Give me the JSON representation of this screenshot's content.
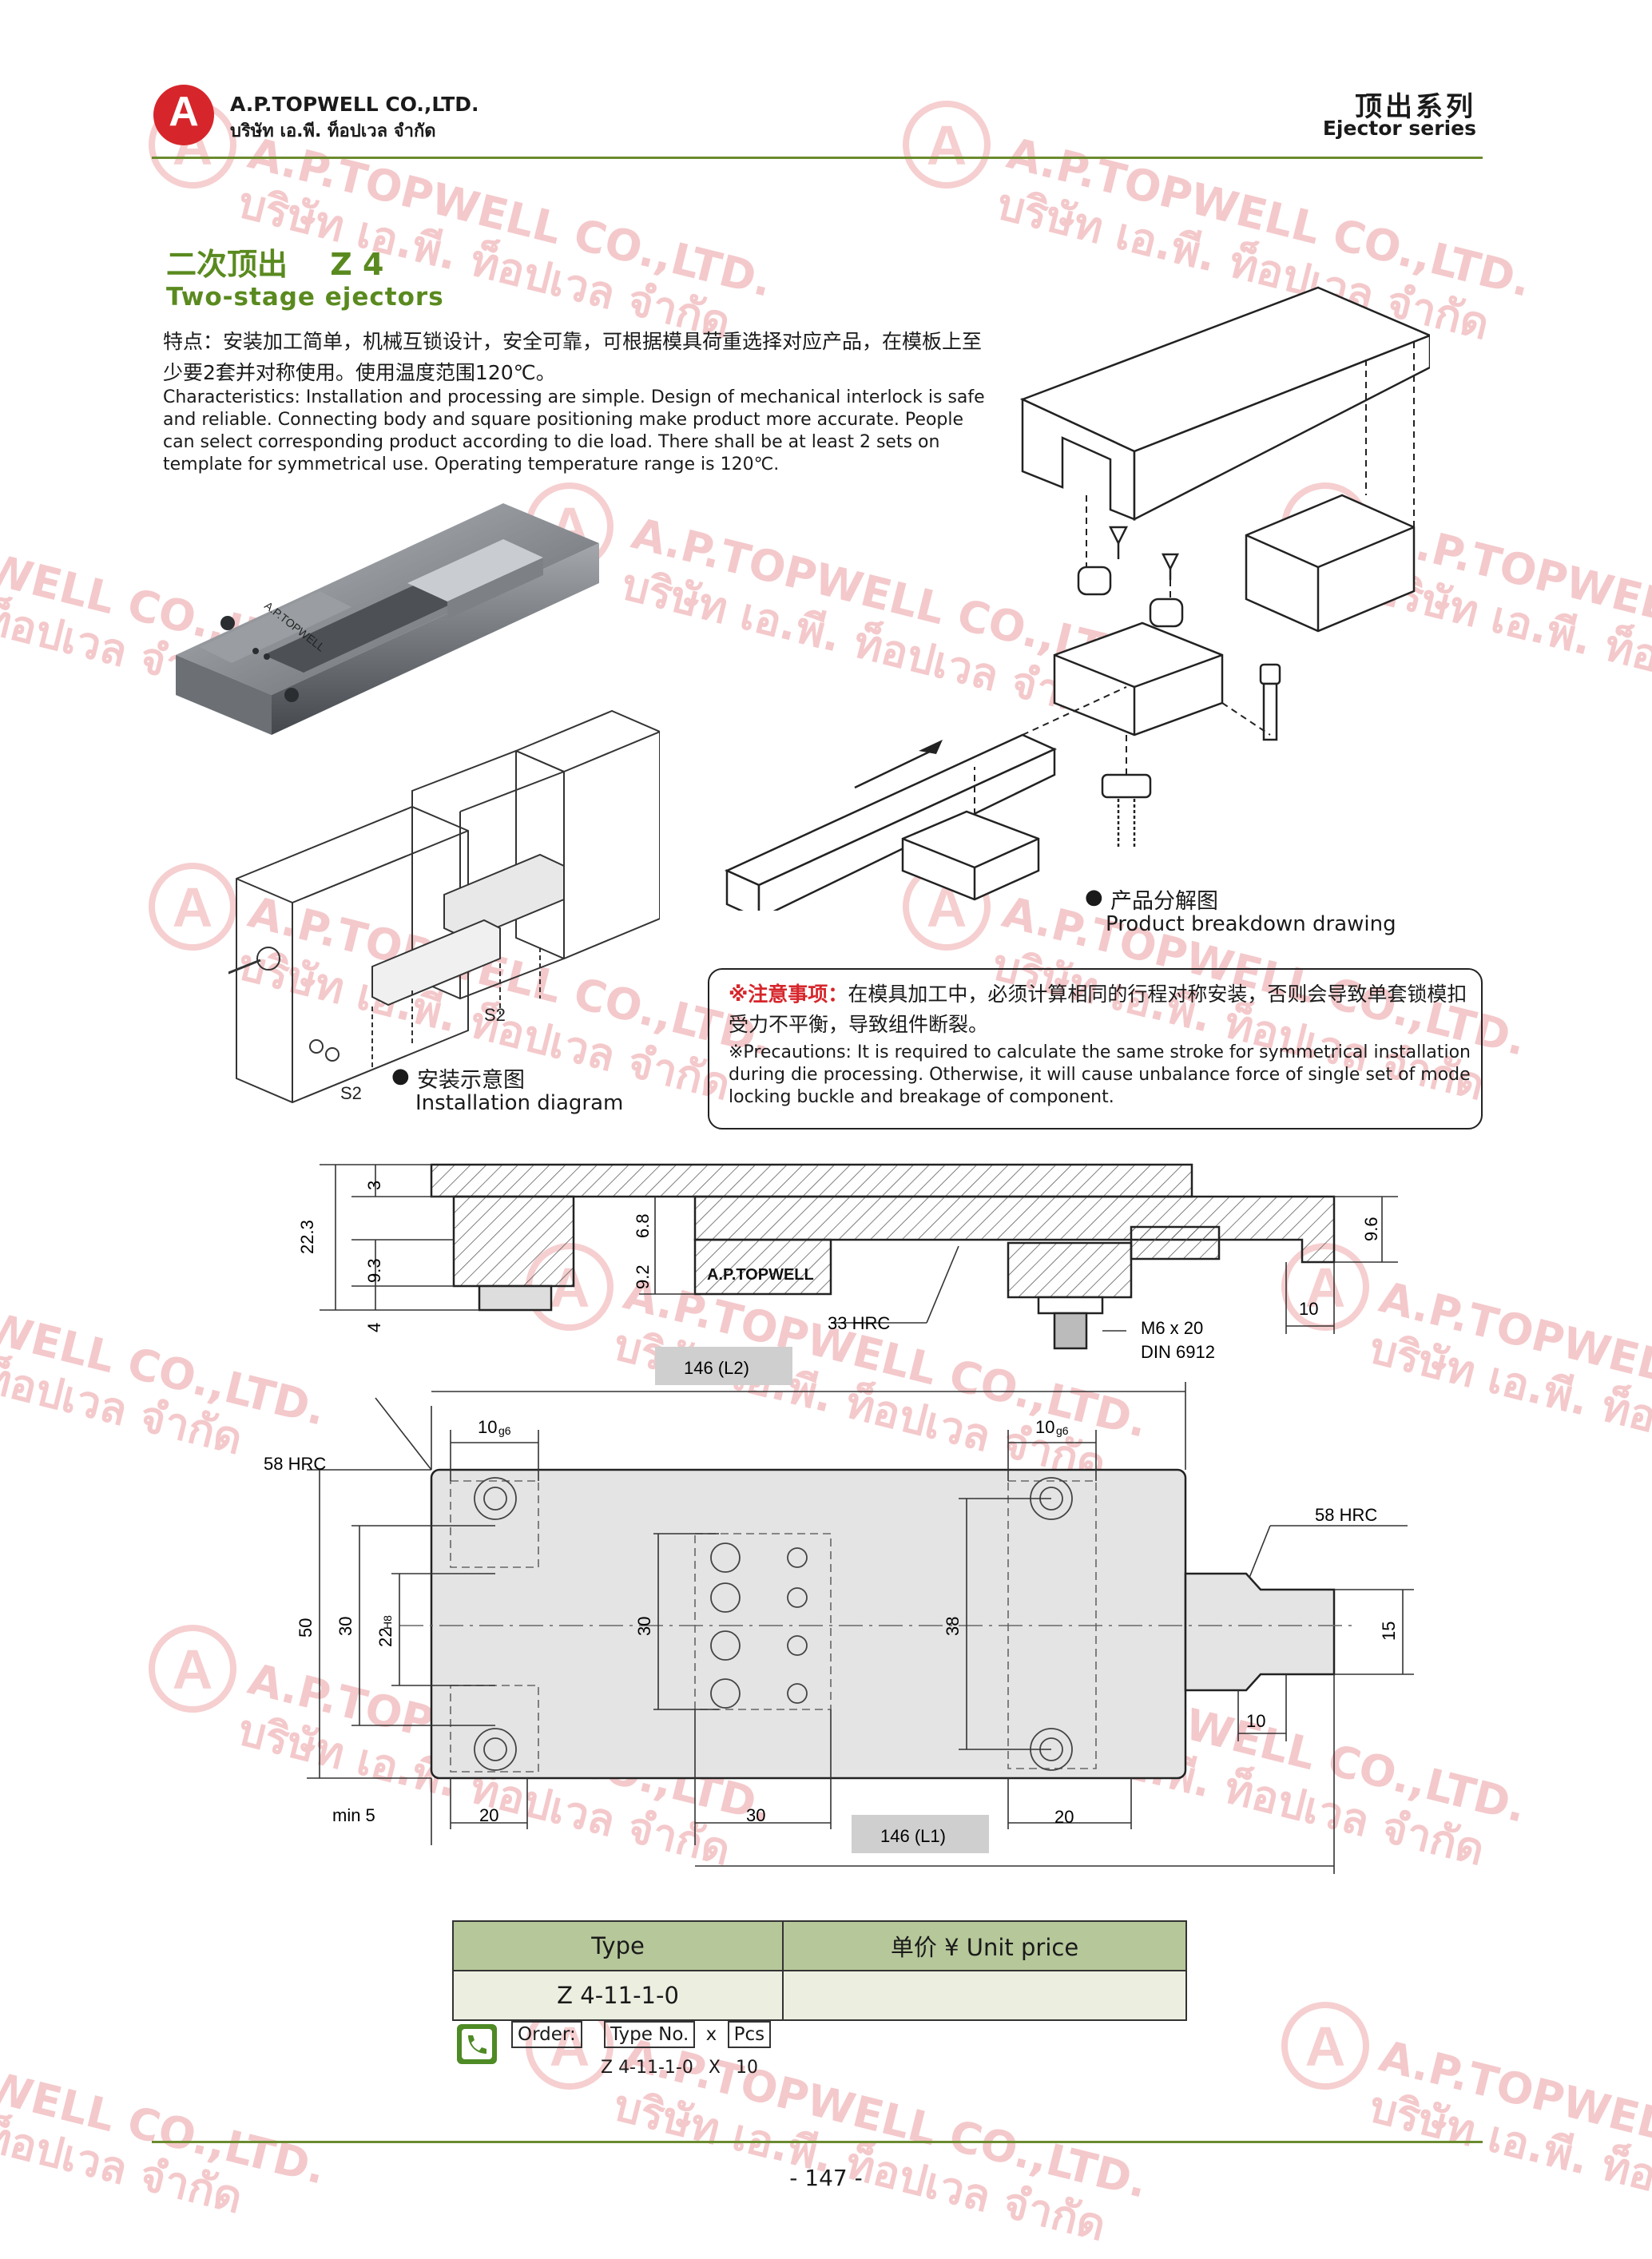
{
  "header": {
    "logo_letter": "A",
    "company_en": "A.P.TOPWELL CO.,LTD.",
    "company_th": "บริษัท เอ.พี. ท็อปเวล จำกัด",
    "series_cn": "顶出系列",
    "series_en": "Ejector series"
  },
  "title": {
    "cn": "二次顶出",
    "code": "Z 4",
    "en": "Two-stage ejectors"
  },
  "features": {
    "cn": "特点：安装加工简单，机械互锁设计，安全可靠，可根据模具荷重选择对应产品，在模板上至少要2套并对称使用。使用温度范围120℃。",
    "en": "Characteristics: Installation and processing are simple. Design of mechanical interlock is safe and reliable. Connecting body and square positioning make product more accurate. People can select corresponding product according to die load. There shall be at least 2 sets on template for symmetrical use. Operating temperature range is 120℃."
  },
  "product_photo_label": "A.P.TOPWELL",
  "breakdown": {
    "cn": "产品分解图",
    "en": "Product breakdown drawing"
  },
  "installation": {
    "cn": "安装示意图",
    "en": "Installation diagram",
    "s2_label": "S2"
  },
  "notice": {
    "label_cn": "※注意事项：",
    "text_cn": "在模具加工中，必须计算相同的行程对称安装，否则会导致单套锁模扣受力不平衡，导致组件断裂。",
    "text_en": "※Precautions: It is required to calculate the same stroke for symmetrical installation during die processing. Otherwise, it will cause unbalance force of single set of mode locking buckle and breakage of component."
  },
  "drawing": {
    "dims_top": {
      "d3": "3",
      "d22_3": "22.3",
      "d9_3": "9.3",
      "d4": "4",
      "d6_8": "6.8",
      "d9_2": "9.2",
      "d9_6": "9.6",
      "d10": "10"
    },
    "hrc_33": "33 HRC",
    "screw": "M6 x 20",
    "screw_std": "DIN 6912",
    "l2": "146 (L2)",
    "l1": "146 (L1)",
    "hrc_58_a": "58 HRC",
    "hrc_58_b": "58 HRC",
    "g6_left": "10",
    "g6_right": "10",
    "g6_suffix": "g6",
    "h8_value": "22",
    "h8_suffix": "H8",
    "dims_plan": {
      "d50": "50",
      "d30_a": "30",
      "d30_b": "30",
      "d38": "38",
      "d15": "15",
      "d10": "10",
      "min5": "min 5",
      "d20_a": "20",
      "d30_c": "30",
      "d20_b": "20"
    },
    "stamp": "A.P.TOPWELL"
  },
  "price_table": {
    "headers": [
      "Type",
      "单价 ¥ Unit price"
    ],
    "rows": [
      [
        "Z 4-11-1-0",
        ""
      ]
    ]
  },
  "order": {
    "label": "Order:",
    "type_no": "Type No.",
    "x": "x",
    "pcs": "Pcs",
    "example_type": "Z 4-11-1-0",
    "example_x": "X",
    "example_qty": "10"
  },
  "page_number": "- 147 -",
  "watermark": {
    "en": "A.P.TOPWELL CO.,LTD.",
    "th": "บริษัท เอ.พี. ท็อปเวล จำกัด",
    "partial_en": "WELL CO.,LTD.",
    "partial_th": "ท็อปเวล จำกัด",
    "partial_en2": "A.P.TOPWELL CO",
    "partial_th2": "บริษัท เอ.พี. ท็อปเวล"
  },
  "colors": {
    "brand_red": "#d6262b",
    "title_green": "#5a8a1f",
    "rule_green": "#6b8b2e",
    "table_header": "#b6c79a",
    "table_row": "#ecefe0",
    "order_icon": "#4e8a25"
  }
}
